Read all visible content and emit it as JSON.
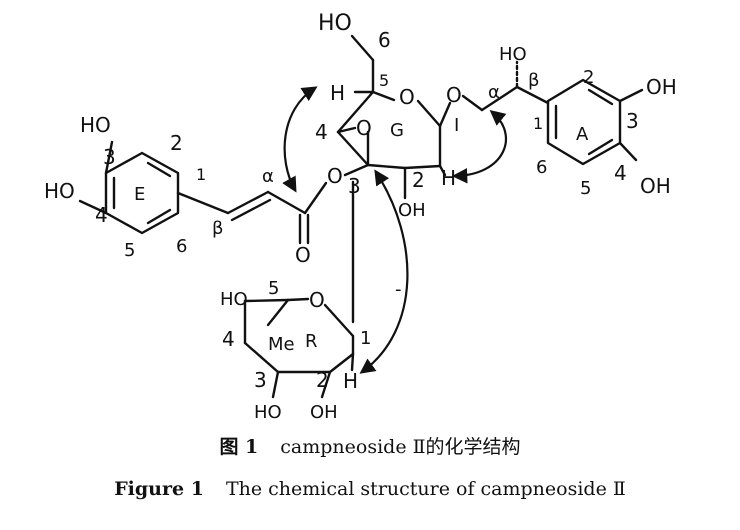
{
  "labels": {
    "ho_top": "HO",
    "n6_top": "6",
    "oh_top": "HO",
    "beta_top": "β",
    "alpha_top": "α",
    "h_g": "H",
    "n5_g": "5",
    "o_g_ring": "O",
    "n4_g": "4",
    "o_g_inner": "O",
    "g_ring": "G",
    "one_g": "I",
    "n3_g": "3",
    "o_ester": "O",
    "n2_g": "2",
    "h_g2": "H",
    "oh_g": "OH",
    "o_link": "O",
    "a_n2": "2",
    "a_oh3": "OH",
    "a_n1": "1",
    "a_ring": "A",
    "a_n3": "3",
    "a_n6": "6",
    "a_n4": "4",
    "a_n5": "5",
    "a_oh4": "OH",
    "e_ho3": "HO",
    "e_n3": "3",
    "e_n2": "2",
    "e_ho4": "HO",
    "e_ring": "E",
    "e_n1": "1",
    "e_n4": "4",
    "e_n5": "5",
    "e_n6": "6",
    "caf_alpha": "α",
    "caf_beta": "β",
    "caf_o": "O",
    "r_ho": "HO",
    "r_n5": "5",
    "r_o": "O",
    "r_n4": "4",
    "r_me": "Me",
    "r_ring": "R",
    "r_n1": "1",
    "r_n3": "3",
    "r_n2": "2",
    "r_h": "H",
    "r_ho3": "HO",
    "r_oh2": "OH",
    "noe_dash": "-"
  },
  "caption": {
    "cn_label": "图 1",
    "cn_text": "campneoside Ⅱ的化学结构",
    "en_label": "Figure 1",
    "en_text": "The chemical structure of campneoside Ⅱ"
  }
}
